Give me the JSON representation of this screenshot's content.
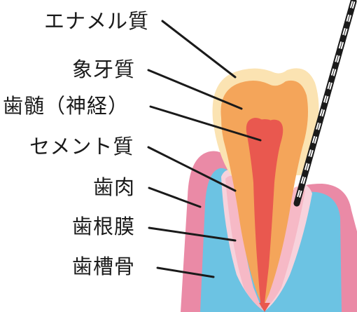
{
  "labels": {
    "enamel": "エナメル質",
    "dentin": "象牙質",
    "pulp": "歯髄（神経）",
    "cementum": "セメント質",
    "gingiva": "歯肉",
    "periodontal_ligament": "歯根膜",
    "alveolar_bone": "歯槽骨"
  },
  "colors": {
    "enamel": "#fbe3b2",
    "dentin": "#f4a55a",
    "pulp": "#e9584f",
    "cementum": "#f6b9c6",
    "gingiva": "#ea8aa6",
    "bone": "#6cc3e3",
    "ligament": "#f7d2dc",
    "leader": "#1a1a1a"
  },
  "icons": {
    "probe": "periodontal-probe-icon"
  }
}
